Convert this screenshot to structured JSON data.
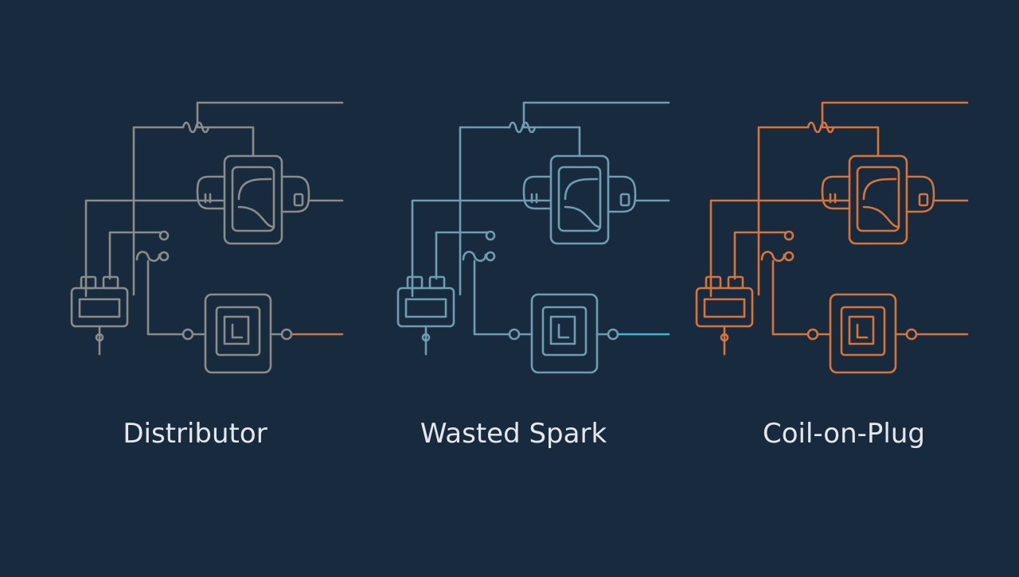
{
  "diagrams": [
    {
      "label": "Distributor",
      "color": "#8a8c8a",
      "accent": "#c9774a"
    },
    {
      "label": "Wasted Spark",
      "color": "#6e9cb0",
      "accent": "#3fb6cc"
    },
    {
      "label": "Coil-on-Plug",
      "color": "#d8743a",
      "accent": "#d8743a"
    }
  ]
}
